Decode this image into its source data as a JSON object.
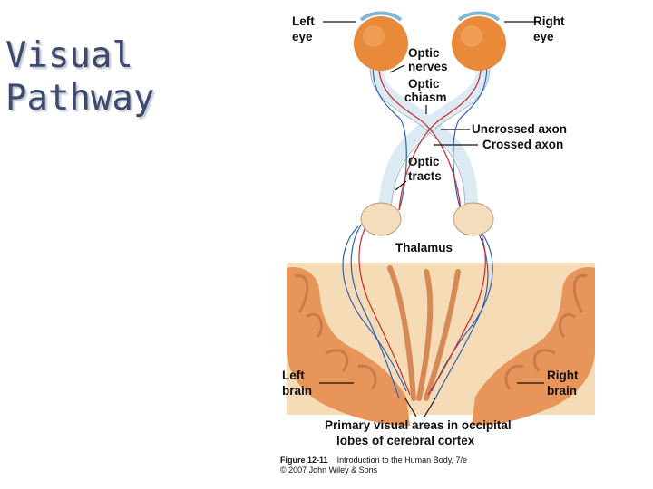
{
  "slide": {
    "title_line1": "Visual",
    "title_line2": "Pathway"
  },
  "labels": {
    "left_eye_1": "Left",
    "left_eye_2": "eye",
    "right_eye_1": "Right",
    "right_eye_2": "eye",
    "optic_nerves_1": "Optic",
    "optic_nerves_2": "nerves",
    "optic_chiasm_1": "Optic",
    "optic_chiasm_2": "chiasm",
    "uncrossed_axon": "Uncrossed axon",
    "crossed_axon": "Crossed axon",
    "optic_tracts_1": "Optic",
    "optic_tracts_2": "tracts",
    "thalamus": "Thalamus",
    "left_brain_1": "Left",
    "left_brain_2": "brain",
    "right_brain_1": "Right",
    "right_brain_2": "brain",
    "primary_visual_1": "Primary visual areas in occipital",
    "primary_visual_2": "lobes of cerebral cortex"
  },
  "caption": {
    "figure": "Figure 12-11",
    "book": "Introduction to the Human Body, 7/e",
    "copyright": "© 2007 John Wiley & Sons"
  },
  "colors": {
    "eye": "#e9893a",
    "brain": "#f6dcb6",
    "gyri": "#e7955a",
    "nerve": "#dceaf3",
    "uncrossed": "#2d63b7",
    "crossed": "#d2272c"
  }
}
